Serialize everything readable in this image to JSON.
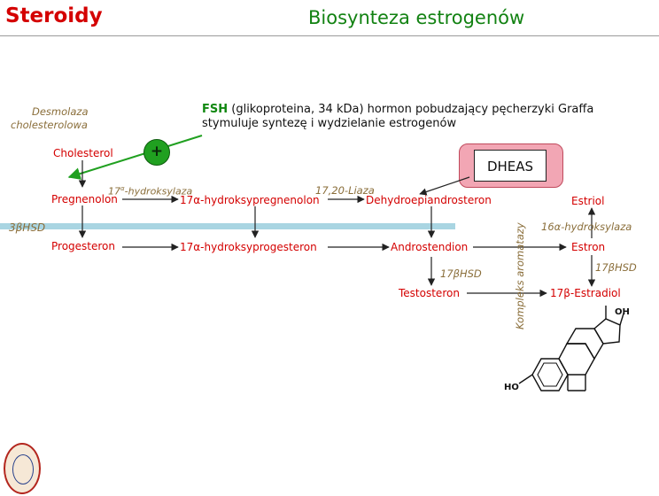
{
  "header": {
    "section": "Steroidy",
    "title": "Biosynteza estrogenów"
  },
  "fsh": {
    "label": "FSH",
    "text1": " (glikoproteina, 34 kDa) hormon pobudzający pęcherzyki Graffa",
    "text2": "stymuluje syntezę i wydzielanie estrogenów",
    "plus": "+"
  },
  "enzymes": {
    "desmolaza_1": "Desmolaza",
    "desmolaza_2": "cholesterolowa",
    "hydroksylaza17": "17",
    "hydroksylaza17_rest": "-hydroksylaza",
    "liaza": "17,20-Liaza",
    "hsd3": "3βHSD",
    "hsd17_a": "17βHSD",
    "hsd17_b": "17βHSD",
    "hydroksylaza16": "16α-hydroksylaza",
    "aromataza": "Kompleks aromatazy"
  },
  "compounds": {
    "cholesterol": "Cholesterol",
    "pregnenolon": "Pregnenolon",
    "oh_pregnenolon": "17α-hydroksypregnenolon",
    "dhea": "Dehydroepiandrosteron",
    "progesteron": "Progesteron",
    "oh_progesteron": "17α-hydroksyprogesteron",
    "androstendion": "Androstendion",
    "testosteron": "Testosteron",
    "estradiol": "17β-Estradiol",
    "estron": "Estron",
    "estriol": "Estriol",
    "dheas": "DHEAS"
  },
  "structure": {
    "oh_top": "OH",
    "ho_left": "HO"
  }
}
